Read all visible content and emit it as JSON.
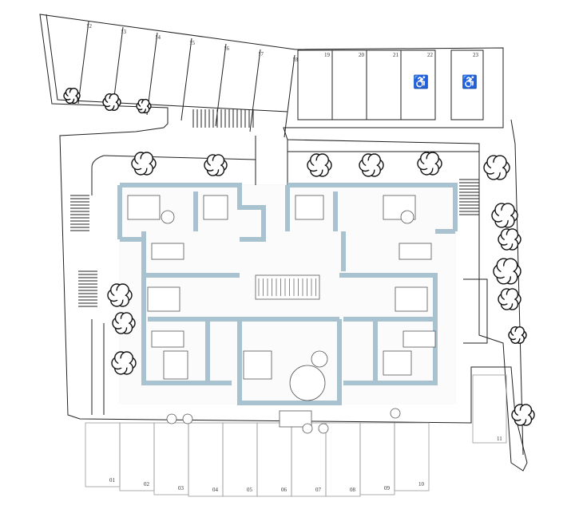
{
  "plan": {
    "parking_top_slanted": [
      "12",
      "13",
      "14",
      "15",
      "16",
      "17",
      "18"
    ],
    "parking_top_right": [
      "19",
      "20",
      "21",
      "22",
      "23"
    ],
    "accessible_spaces": [
      "22",
      "23"
    ],
    "parking_right": [
      "11"
    ],
    "parking_bottom": [
      "01",
      "02",
      "03",
      "04",
      "05",
      "06",
      "07",
      "08",
      "09",
      "10"
    ],
    "icons": [
      "wheelchair-icon",
      "tree-icon",
      "stair-icon"
    ],
    "colors": {
      "walls": "#a9c2cf",
      "lines": "#222222",
      "background": "#ffffff"
    }
  }
}
